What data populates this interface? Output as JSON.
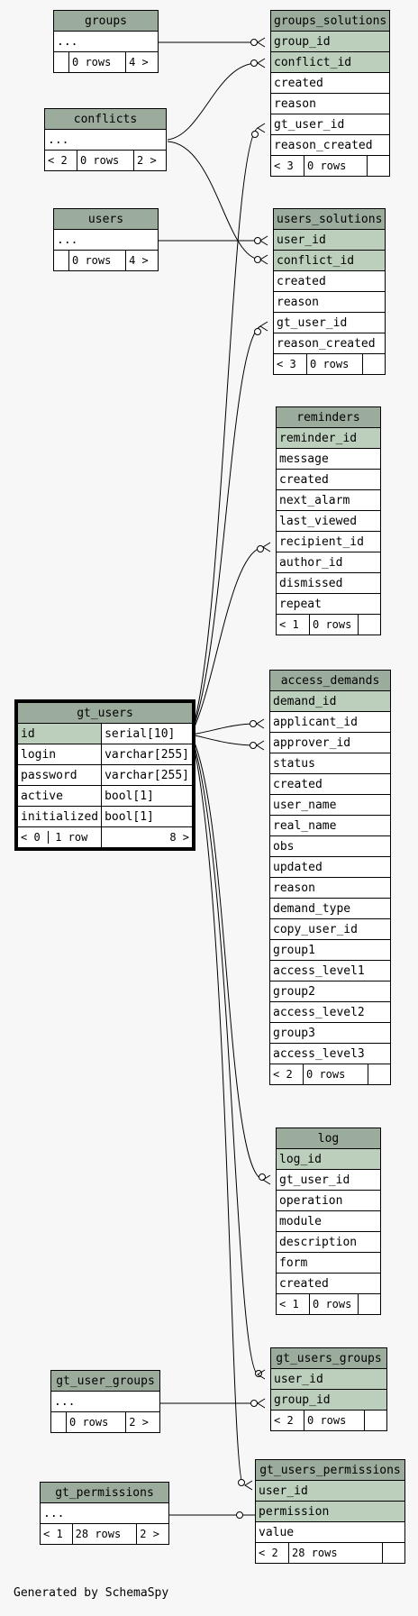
{
  "footer": "Generated by SchemaSpy",
  "tables": {
    "groups": {
      "name": "groups",
      "ellipsis": "...",
      "foot_left": "",
      "foot_rows": "0 rows",
      "foot_right": "4 >"
    },
    "conflicts": {
      "name": "conflicts",
      "ellipsis": "...",
      "foot_left": "< 2",
      "foot_rows": "0 rows",
      "foot_right": "2 >"
    },
    "users": {
      "name": "users",
      "ellipsis": "...",
      "foot_left": "",
      "foot_rows": "0 rows",
      "foot_right": "4 >"
    },
    "gt_user_groups": {
      "name": "gt_user_groups",
      "ellipsis": "...",
      "foot_left": "",
      "foot_rows": "0 rows",
      "foot_right": "2 >"
    },
    "gt_permissions": {
      "name": "gt_permissions",
      "ellipsis": "...",
      "foot_left": "< 1",
      "foot_rows": "28 rows",
      "foot_right": "2 >"
    },
    "groups_solutions": {
      "name": "groups_solutions",
      "columns": [
        "group_id",
        "conflict_id",
        "created",
        "reason",
        "gt_user_id",
        "reason_created"
      ],
      "foot_left": "< 3",
      "foot_rows": "0 rows"
    },
    "users_solutions": {
      "name": "users_solutions",
      "columns": [
        "user_id",
        "conflict_id",
        "created",
        "reason",
        "gt_user_id",
        "reason_created"
      ],
      "foot_left": "< 3",
      "foot_rows": "0 rows"
    },
    "reminders": {
      "name": "reminders",
      "columns": [
        "reminder_id",
        "message",
        "created",
        "next_alarm",
        "last_viewed",
        "recipient_id",
        "author_id",
        "dismissed",
        "repeat"
      ],
      "foot_left": "< 1",
      "foot_rows": "0 rows"
    },
    "access_demands": {
      "name": "access_demands",
      "columns": [
        "demand_id",
        "applicant_id",
        "approver_id",
        "status",
        "created",
        "user_name",
        "real_name",
        "obs",
        "updated",
        "reason",
        "demand_type",
        "copy_user_id",
        "group1",
        "access_level1",
        "group2",
        "access_level2",
        "group3",
        "access_level3"
      ],
      "foot_left": "< 2",
      "foot_rows": "0 rows"
    },
    "log": {
      "name": "log",
      "columns": [
        "log_id",
        "gt_user_id",
        "operation",
        "module",
        "description",
        "form",
        "created"
      ],
      "foot_left": "< 1",
      "foot_rows": "0 rows"
    },
    "gt_users_groups": {
      "name": "gt_users_groups",
      "columns": [
        "user_id",
        "group_id"
      ],
      "foot_left": "< 2",
      "foot_rows": "0 rows"
    },
    "gt_users_permissions": {
      "name": "gt_users_permissions",
      "columns": [
        "user_id",
        "permission",
        "value"
      ],
      "foot_left": "< 2",
      "foot_rows": "28 rows"
    },
    "gt_users": {
      "name": "gt_users",
      "columns": [
        {
          "name": "id",
          "type": "serial[10]"
        },
        {
          "name": "login",
          "type": "varchar[255]"
        },
        {
          "name": "password",
          "type": "varchar[255]"
        },
        {
          "name": "active",
          "type": "bool[1]"
        },
        {
          "name": "initialized",
          "type": "bool[1]"
        }
      ],
      "foot_left": "< 0",
      "foot_rows": "1 row",
      "foot_right": "8 >"
    }
  }
}
